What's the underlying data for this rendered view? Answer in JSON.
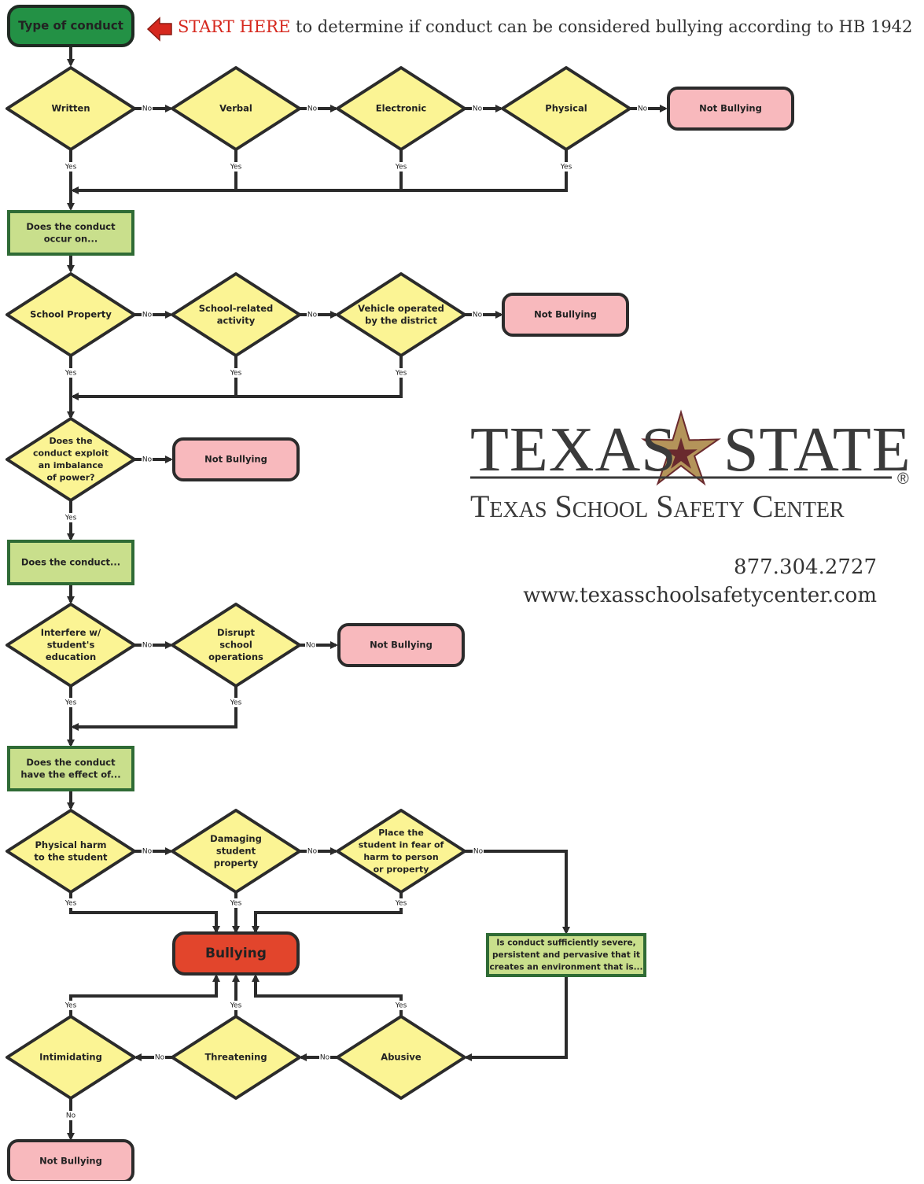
{
  "header": {
    "start_here": "START HERE",
    "rest": " to determine if  conduct can be considered bullying according to HB 1942"
  },
  "logo": {
    "word_left": "TEXAS",
    "word_right": "STATE",
    "registered": "®",
    "subtitle": "Texas School Safety Center",
    "colors": {
      "star_gold": "#b4945a",
      "star_maroon": "#6a2a2e",
      "text": "#3a3a3a"
    }
  },
  "contact": {
    "phone": "877.304.2727",
    "website": "www.texasschoolsafetycenter.com"
  },
  "edge_labels": {
    "no": "No",
    "yes": "Yes"
  },
  "colors": {
    "diamond_fill": "#fbf494",
    "question_fill": "#c9df8c",
    "question_border": "#2f6b35",
    "start_fill": "#239145",
    "not_bullying_fill": "#f8b9bd",
    "bullying_fill": "#e2452c",
    "arrow": "#d6281e"
  },
  "nodes": [
    {
      "id": "start",
      "shape": "start",
      "lines": [
        "Type of conduct"
      ]
    },
    {
      "id": "written",
      "shape": "diamond",
      "lines": [
        "Written"
      ]
    },
    {
      "id": "verbal",
      "shape": "diamond",
      "lines": [
        "Verbal"
      ]
    },
    {
      "id": "electronic",
      "shape": "diamond",
      "lines": [
        "Electronic"
      ]
    },
    {
      "id": "physical",
      "shape": "diamond",
      "lines": [
        "Physical"
      ]
    },
    {
      "id": "nb1",
      "shape": "not-bullying",
      "lines": [
        "Not Bullying"
      ]
    },
    {
      "id": "q1",
      "shape": "question",
      "lines": [
        "Does the conduct",
        "occur on..."
      ]
    },
    {
      "id": "school-property",
      "shape": "diamond",
      "lines": [
        "School Property"
      ]
    },
    {
      "id": "school-activity",
      "shape": "diamond",
      "lines": [
        "School-related",
        "activity"
      ]
    },
    {
      "id": "vehicle",
      "shape": "diamond",
      "lines": [
        "Vehicle operated",
        "by the district"
      ]
    },
    {
      "id": "nb2",
      "shape": "not-bullying",
      "lines": [
        "Not Bullying"
      ]
    },
    {
      "id": "imbalance",
      "shape": "diamond",
      "lines": [
        "Does the",
        "conduct exploit",
        "an imbalance",
        "of power?"
      ]
    },
    {
      "id": "nb3",
      "shape": "not-bullying",
      "lines": [
        "Not Bullying"
      ]
    },
    {
      "id": "q2",
      "shape": "question",
      "lines": [
        "Does the conduct..."
      ]
    },
    {
      "id": "interfere",
      "shape": "diamond",
      "lines": [
        "Interfere w/",
        "student's",
        "education"
      ]
    },
    {
      "id": "disrupt",
      "shape": "diamond",
      "lines": [
        "Disrupt",
        "school",
        "operations"
      ]
    },
    {
      "id": "nb4",
      "shape": "not-bullying",
      "lines": [
        "Not Bullying"
      ]
    },
    {
      "id": "q3",
      "shape": "question",
      "lines": [
        "Does the conduct",
        "have the effect of..."
      ]
    },
    {
      "id": "harm",
      "shape": "diamond",
      "lines": [
        "Physical harm",
        "to the student"
      ]
    },
    {
      "id": "damaging",
      "shape": "diamond",
      "lines": [
        "Damaging",
        "student",
        "property"
      ]
    },
    {
      "id": "fear",
      "shape": "diamond",
      "lines": [
        "Place the",
        "student in fear of",
        "harm to person",
        "or property"
      ]
    },
    {
      "id": "bullying",
      "shape": "bullying",
      "lines": [
        "Bullying"
      ]
    },
    {
      "id": "q4",
      "shape": "question",
      "lines": [
        "Is conduct sufficiently severe,",
        "persistent and pervasive that it",
        "creates an environment that is..."
      ]
    },
    {
      "id": "intimidating",
      "shape": "diamond",
      "lines": [
        "Intimidating"
      ]
    },
    {
      "id": "threatening",
      "shape": "diamond",
      "lines": [
        "Threatening"
      ]
    },
    {
      "id": "abusive",
      "shape": "diamond",
      "lines": [
        "Abusive"
      ]
    },
    {
      "id": "nb5",
      "shape": "not-bullying",
      "lines": [
        "Not Bullying"
      ]
    }
  ],
  "edges": [
    {
      "from": "start",
      "to": "written"
    },
    {
      "from": "written",
      "to": "verbal",
      "label": "No"
    },
    {
      "from": "verbal",
      "to": "electronic",
      "label": "No"
    },
    {
      "from": "electronic",
      "to": "physical",
      "label": "No"
    },
    {
      "from": "physical",
      "to": "nb1",
      "label": "No"
    },
    {
      "from": "written",
      "to": "q1",
      "label": "Yes"
    },
    {
      "from": "verbal",
      "to": "q1",
      "label": "Yes"
    },
    {
      "from": "electronic",
      "to": "q1",
      "label": "Yes"
    },
    {
      "from": "physical",
      "to": "q1",
      "label": "Yes"
    },
    {
      "from": "q1",
      "to": "school-property"
    },
    {
      "from": "school-property",
      "to": "school-activity",
      "label": "No"
    },
    {
      "from": "school-activity",
      "to": "vehicle",
      "label": "No"
    },
    {
      "from": "vehicle",
      "to": "nb2",
      "label": "No"
    },
    {
      "from": "school-property",
      "to": "imbalance",
      "label": "Yes"
    },
    {
      "from": "school-activity",
      "to": "imbalance",
      "label": "Yes"
    },
    {
      "from": "vehicle",
      "to": "imbalance",
      "label": "Yes"
    },
    {
      "from": "imbalance",
      "to": "nb3",
      "label": "No"
    },
    {
      "from": "imbalance",
      "to": "q2",
      "label": "Yes"
    },
    {
      "from": "q2",
      "to": "interfere"
    },
    {
      "from": "interfere",
      "to": "disrupt",
      "label": "No"
    },
    {
      "from": "disrupt",
      "to": "nb4",
      "label": "No"
    },
    {
      "from": "interfere",
      "to": "q3",
      "label": "Yes"
    },
    {
      "from": "disrupt",
      "to": "q3",
      "label": "Yes"
    },
    {
      "from": "q3",
      "to": "harm"
    },
    {
      "from": "harm",
      "to": "damaging",
      "label": "No"
    },
    {
      "from": "damaging",
      "to": "fear",
      "label": "No"
    },
    {
      "from": "fear",
      "to": "q4",
      "label": "No"
    },
    {
      "from": "harm",
      "to": "bullying",
      "label": "Yes"
    },
    {
      "from": "damaging",
      "to": "bullying",
      "label": "Yes"
    },
    {
      "from": "fear",
      "to": "bullying",
      "label": "Yes"
    },
    {
      "from": "q4",
      "to": "abusive"
    },
    {
      "from": "abusive",
      "to": "threatening",
      "label": "No"
    },
    {
      "from": "threatening",
      "to": "intimidating",
      "label": "No"
    },
    {
      "from": "intimidating",
      "to": "nb5",
      "label": "No"
    },
    {
      "from": "abusive",
      "to": "bullying",
      "label": "Yes"
    },
    {
      "from": "threatening",
      "to": "bullying",
      "label": "Yes"
    },
    {
      "from": "intimidating",
      "to": "bullying",
      "label": "Yes"
    }
  ]
}
